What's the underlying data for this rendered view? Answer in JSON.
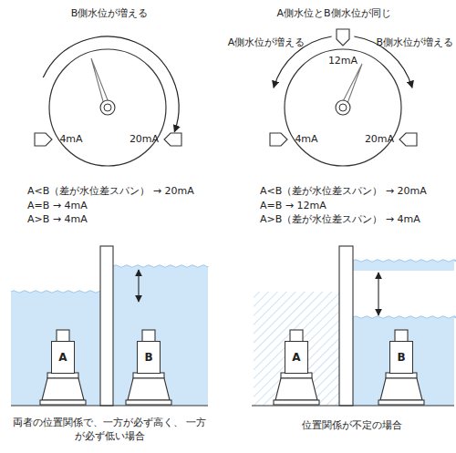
{
  "diagram": {
    "nodes": [
      {
        "text": [
          "4mA",
          "20mA"
        ]
      },
      {
        "text": [
          "12mA",
          "4mA",
          "20mA"
        ]
      },
      {
        "text": [
          "A"
        ]
      },
      {
        "text": [
          "B"
        ]
      },
      {
        "text": [
          "A"
        ]
      },
      {
        "text": [
          "B"
        ]
      }
    ],
    "labels": [
      "B側水位が増える",
      "A<B（差が水位差スパン） → 20mA",
      "A=B → 4mA",
      "A>B → 4mA",
      "両者の位置関係で、一方が必ず高く、 一方が必ず低い場合",
      "A側水位とB側水位が同じ",
      "A側水位が増える",
      "B側水位が増える",
      "A<B（差が水位差スパン） → 20mA",
      "A=B → 12mA",
      "A>B（差が水位差スパン） → 4mA",
      "位置関係が不定の場合"
    ]
  }
}
